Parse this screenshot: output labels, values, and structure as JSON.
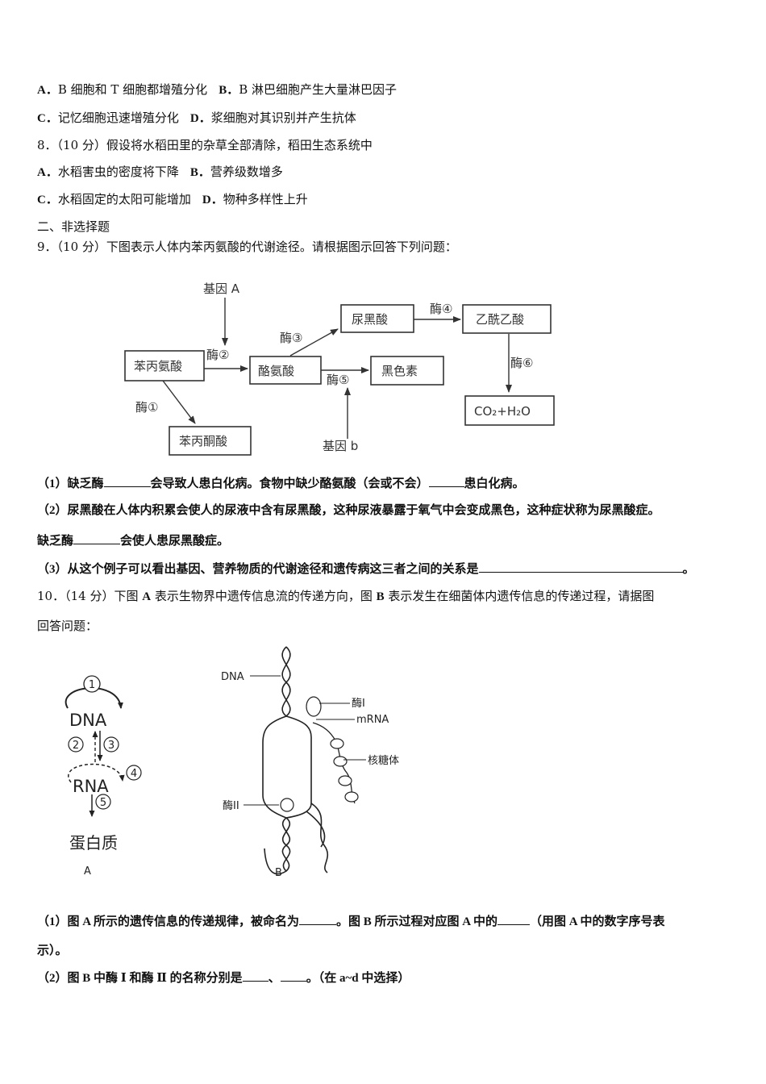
{
  "q7": {
    "optA_letter": "A．",
    "optA_text": "B 细胞和 T 细胞都增殖分化",
    "optB_letter": "B．",
    "optB_text": "B 淋巴细胞产生大量淋巴因子",
    "optC_letter": "C．",
    "optC_text": "记忆细胞迅速增殖分化",
    "optD_letter": "D．",
    "optD_text": "浆细胞对其识别并产生抗体"
  },
  "q8": {
    "stem": "8．（10 分）假设将水稻田里的杂草全部清除，稻田生态系统中",
    "optA_letter": "A．",
    "optA_text": "水稻害虫的密度将下降",
    "optB_letter": "B．",
    "optB_text": "营养级数增多",
    "optC_letter": "C．",
    "optC_text": "水稻固定的太阳可能增加",
    "optD_letter": "D．",
    "optD_text": "物种多样性上升"
  },
  "section2": {
    "title": "二、非选择题"
  },
  "q9": {
    "stem": "9．（10 分）下图表示人体内苯丙氨酸的代谢途径。请根据图示回答下列问题：",
    "diagram": {
      "gene_a": "基因 A",
      "gene_b": "基因 b",
      "phenylalanine": "苯丙氨酸",
      "tyrosine": "酪氨酸",
      "homogentisic": "尿黑酸",
      "acetoacetate": "乙酰乙酸",
      "melanin": "黑色素",
      "phenylpyruvate": "苯丙酮酸",
      "products": "CO₂+H₂O",
      "enzyme1": "酶①",
      "enzyme2": "酶②",
      "enzyme3": "酶③",
      "enzyme4": "酶④",
      "enzyme5": "酶⑤",
      "enzyme6": "酶⑥"
    },
    "sub1_a": "（1）缺乏酶",
    "sub1_b": "会导致人患白化病。食物中缺少酪氨酸（会或不会）",
    "sub1_c": "患白化病。",
    "sub2_a": "（2）尿黑酸在人体内积累会使人的尿液中含有尿黑酸，这种尿液暴露于氧气中会变成黑色，这种症状称为尿黑酸症。",
    "sub2_b": "缺乏酶",
    "sub2_c": "会使人患尿黑酸症。",
    "sub3_a": "（3）从这个例子可以看出基因、营养物质的代谢途径和遗传病这三者之间的关系是",
    "sub3_b": "。"
  },
  "q10": {
    "stem_1a": "10．（14 分）下图 ",
    "stem_1b": "A",
    "stem_1c": " 表示生物界中遗传信息流的传递方向，图 ",
    "stem_1d": "B",
    "stem_1e": " 表示发生在细菌体内遗传信息的传递过程，请据图",
    "stem_2": "回答问题：",
    "figA": {
      "dna": "DNA",
      "rna": "RNA",
      "protein": "蛋白质",
      "n1": "1",
      "n2": "2",
      "n3": "3",
      "n4": "4",
      "n5": "5",
      "caption": "A"
    },
    "figB": {
      "dna": "DNA",
      "enzyme1": "酶I",
      "mrna": "mRNA",
      "ribosome": "核糖体",
      "enzyme2": "酶II",
      "caption": "B"
    },
    "sub1_a": "（1）图 A 所示的遗传信息的传递规律，被命名为",
    "sub1_b": "。图 B 所示过程对应图 A 中的",
    "sub1_c": "（用图 A 中的数字序号表",
    "sub1_d": "示）。",
    "sub2_a": "（2）图 B 中酶 Ⅰ 和酶 Ⅱ 的名称分别是",
    "sub2_b": "、",
    "sub2_c": "。（在 a~d 中选择）"
  }
}
